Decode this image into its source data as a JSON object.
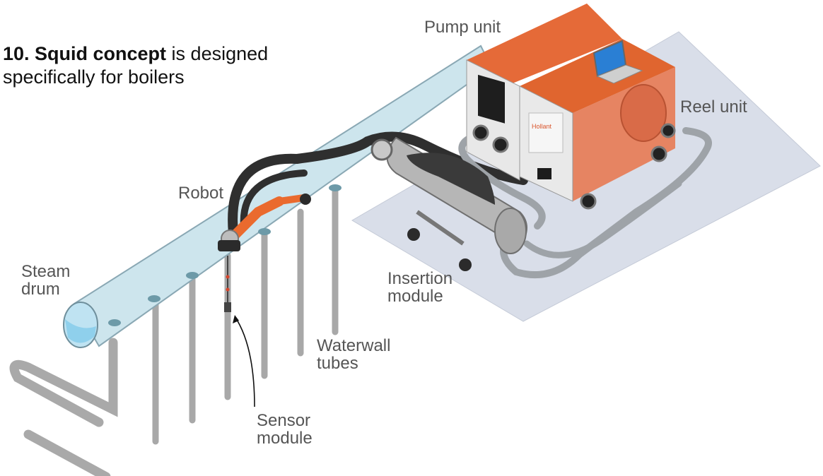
{
  "heading": {
    "bold": "10. Squid concept",
    "rest1": " is designed",
    "rest2": "specifically for boilers"
  },
  "labels": {
    "pump_unit": "Pump unit",
    "reel_unit": "Reel unit",
    "robot": "Robot",
    "steam_drum": [
      "Steam",
      "drum"
    ],
    "insertion_module": [
      "Insertion",
      "module"
    ],
    "waterwall_tubes": [
      "Waterwall",
      "tubes"
    ],
    "sensor_module": [
      "Sensor",
      "module"
    ],
    "brand_text": "Hollant"
  },
  "colors": {
    "cabinet_orange": "#e06a3a",
    "drum_fill": "#cfe6ee",
    "platform": "#d8dde8",
    "hose": "#333333",
    "robot_arm": "#ea6a2e"
  }
}
